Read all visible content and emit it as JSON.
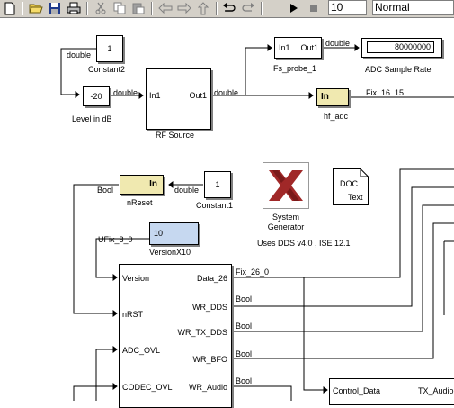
{
  "toolbar": {
    "sim_time": "10",
    "sim_mode": "Normal"
  },
  "blocks": {
    "constant2": {
      "value": "1",
      "name": "Constant2"
    },
    "level_db": {
      "value": "-20",
      "name": "Level in dB"
    },
    "rf_source": {
      "in": "In1",
      "out": "Out1",
      "name": "RF Source"
    },
    "fs_probe": {
      "in": "In1",
      "out": "Out1",
      "name": "Fs_probe_1"
    },
    "adc_rate": {
      "value": "80000000",
      "name": "ADC Sample Rate"
    },
    "hf_adc": {
      "label": "In",
      "name": "hf_adc"
    },
    "nreset": {
      "label": "In",
      "name": "nReset"
    },
    "constant1": {
      "value": "1",
      "name": "Constant1"
    },
    "sysgen": {
      "line1": "System",
      "line2": "Generator",
      "info": "Uses DDS v4.0 , ISE 12.1"
    },
    "doc": {
      "line1": "DOC",
      "line2": "Text"
    },
    "version": {
      "value": "10",
      "name": "VersionX10"
    },
    "main": {
      "inputs": [
        "Version",
        "nRST",
        "ADC_OVL",
        "CODEC_OVL"
      ],
      "outputs": [
        "Data_26",
        "WR_DDS",
        "WR_TX_DDS",
        "WR_BFO",
        "WR_Audio"
      ]
    },
    "control": {
      "in": "Control_Data",
      "out": "TX_Audio"
    }
  },
  "signals": {
    "double": "double",
    "fix_16_15": "Fix_16_15",
    "bool": "Bool",
    "ufix_8_0": "UFix_8_0",
    "fix_26_0": "Fix_26_0"
  },
  "colors": {
    "toolbar": "#d4d0c8",
    "gateway_fill": "#f0e9b0",
    "version_fill": "#c6d8f0",
    "xilinx_red": "#a02828"
  }
}
